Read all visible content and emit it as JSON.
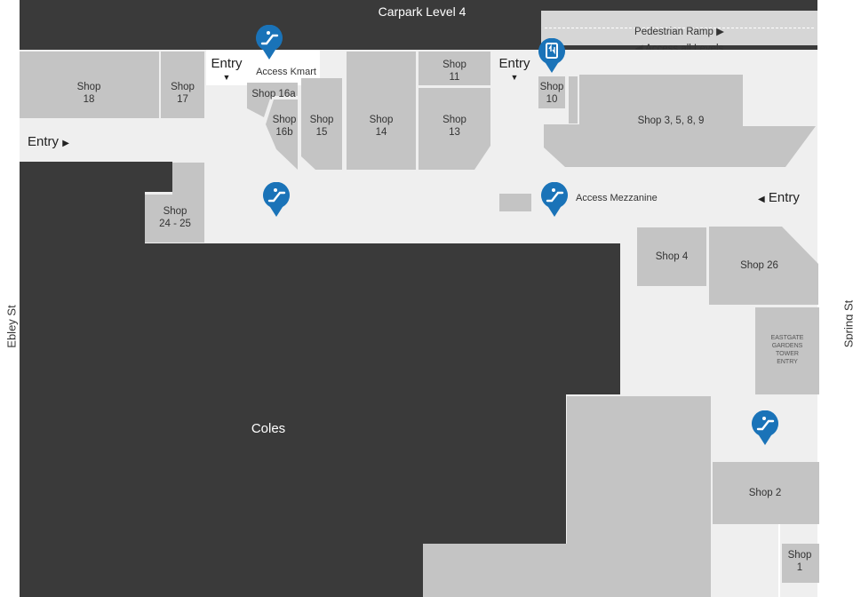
{
  "streets": {
    "left": "Ebley St",
    "right": "Spring St"
  },
  "carpark": {
    "title": "Carpark Level 4",
    "ramp": "Pedestrian Ramp",
    "access": "Access all Levels"
  },
  "entries": {
    "top_left": "Entry",
    "top_right": "Entry",
    "left": "Entry",
    "right": "Entry"
  },
  "access_labels": {
    "kmart": "Access Kmart",
    "mezzanine": "Access Mezzanine"
  },
  "shops": {
    "s18": "Shop\n18",
    "s17": "Shop\n17",
    "s16a": "Shop 16a",
    "s16b": "Shop\n16b",
    "s15": "Shop\n15",
    "s14": "Shop\n14",
    "s11": "Shop\n11",
    "s13": "Shop\n13",
    "s10": "Shop\n10",
    "s3589": "Shop 3, 5, 8, 9",
    "s2425": "Shop\n24 - 25",
    "s4": "Shop 4",
    "s26": "Shop 26",
    "tower": "EASTGATE\nGARDENS\nTOWER\nENTRY",
    "coles": "Coles",
    "s2": "Shop 2",
    "s1": "Shop\n1"
  },
  "icons": {
    "escalator": "escalator-icon",
    "lift": "lift-icon"
  },
  "colors": {
    "dark_block": "#3a3a3a",
    "shop": "#c4c4c4",
    "corridor": "#efefef",
    "pin": "#1a73b8"
  }
}
